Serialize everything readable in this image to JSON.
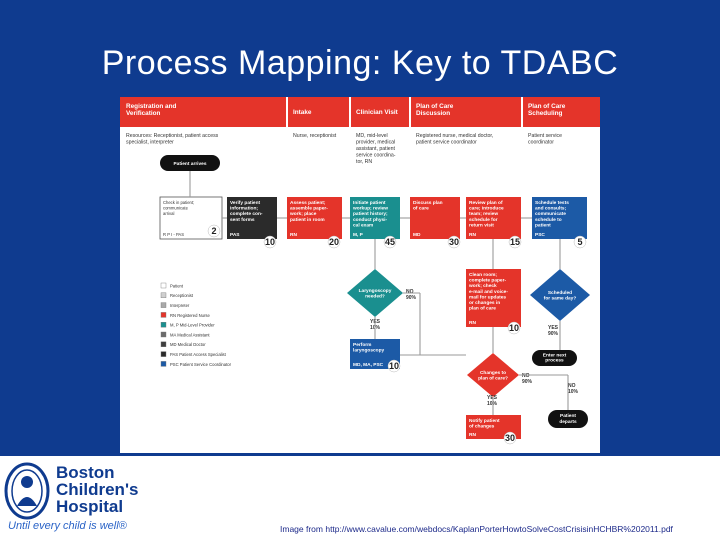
{
  "slide": {
    "title": "Process Mapping:  Key to TDABC",
    "credit": "Image from http://www.cavalue.com/webdocs/KaplanPorterHowtoSolveCostCrisisinHCHBR%202011.pdf"
  },
  "logo": {
    "name_lines": [
      "Boston",
      "Children's",
      "Hospital"
    ],
    "tagline": "Until every child is well®"
  },
  "colors": {
    "slide_bg": "#0f3b8f",
    "header_red": "#e4342a",
    "header_dark": "#333333",
    "step_red": "#e4342a",
    "step_teal": "#1a8f8f",
    "step_blue": "#1c5aa6",
    "step_black": "#111111"
  },
  "map": {
    "headers": [
      {
        "label": [
          "Registration and",
          "Verification"
        ]
      },
      {
        "label": [
          "Intake"
        ]
      },
      {
        "label": [
          "Clinician Visit"
        ]
      },
      {
        "label": [
          "Plan of Care",
          "Discussion"
        ]
      },
      {
        "label": [
          "Plan of Care",
          "Scheduling"
        ]
      }
    ],
    "resources": [
      [
        "Resources: Receptionist, patient access",
        "specialist, interpreter"
      ],
      [
        "Nurse, receptionist"
      ],
      [
        "MD, mid-level",
        "provider, medical",
        "assistant, patient",
        "service coordina-",
        "tor, RN"
      ],
      [
        "Registered nurse, medical doctor,",
        "patient service coordinator"
      ],
      [
        "Patient service",
        "coordinator"
      ]
    ],
    "start_label": "Patient arrives",
    "end_label": [
      "Patient",
      "departs"
    ],
    "steps": [
      {
        "text": [
          "Check in patient;",
          "communicate",
          "arrival"
        ],
        "minutes": "2",
        "staff": "R P I - PAS"
      },
      {
        "text": [
          "Verify patient",
          "information;",
          "complete con-",
          "sent forms"
        ],
        "minutes": "10",
        "staff": "PAS"
      },
      {
        "text": [
          "Assess patient;",
          "assemble paper-",
          "work; place",
          "patient in room"
        ],
        "minutes": "20",
        "staff": "RN"
      },
      {
        "text": [
          "Initiate patient",
          "workup; review",
          "patient history;",
          "conduct physi-",
          "cal exam"
        ],
        "minutes": "45",
        "staff": "M, P"
      },
      {
        "text": [
          "Discuss plan",
          "of care"
        ],
        "minutes": "30",
        "staff": "MD"
      },
      {
        "text": [
          "Review plan of",
          "care; introduce",
          "team; review",
          "schedule for",
          "return visit"
        ],
        "minutes": "15",
        "staff": "RN"
      },
      {
        "text": [
          "Schedule tests",
          "and consults;",
          "communicate",
          "schedule to",
          "patient"
        ],
        "minutes": "5",
        "staff": "PSC"
      },
      {
        "text": [
          "Clean room;",
          "complete paper-",
          "work; check",
          "e-mail and voice-",
          "mail for updates",
          "or changes in",
          "plan of care"
        ],
        "minutes": "10",
        "staff": "RN"
      },
      {
        "text": [
          "Perform",
          "laryngoscopy"
        ],
        "minutes": "10",
        "staff": "MD, MA, PSC"
      },
      {
        "text": [
          "Notify patient",
          "of changes"
        ],
        "minutes": "30",
        "staff": "RN"
      },
      {
        "text": [
          "Enter next",
          "process"
        ],
        "minutes": "",
        "staff": ""
      }
    ],
    "decisions": [
      {
        "text": [
          "Laryngoscopy",
          "needed?"
        ],
        "yes": "YES",
        "yes_pct": "10%",
        "no": "NO",
        "no_pct": "90%"
      },
      {
        "text": [
          "Scheduled",
          "for same day?"
        ],
        "yes": "YES",
        "yes_pct": "90%",
        "no": "",
        "no_pct": ""
      },
      {
        "text": [
          "Changes to",
          "plan of care?"
        ],
        "yes": "YES",
        "yes_pct": "10%",
        "no": "NO",
        "no_pct": "90%"
      }
    ],
    "extra_no": {
      "no": "NO",
      "no_pct": "10%"
    },
    "legend": [
      {
        "label": "Patient",
        "color": "#ffffff"
      },
      {
        "label": "Receptionist",
        "color": "#cfcfcf"
      },
      {
        "label": "Interpreter",
        "color": "#a9a9a9"
      },
      {
        "label": "RN Registered Nurse",
        "color": "#e4342a"
      },
      {
        "label": "M, P  Mid-Level Provider",
        "color": "#1a8f8f"
      },
      {
        "label": "MA  Medical Assistant",
        "color": "#6b6b6b"
      },
      {
        "label": "MD  Medical Doctor",
        "color": "#3f3f3f"
      },
      {
        "label": "PAS  Patient Access Specialist",
        "color": "#2b2b2b"
      },
      {
        "label": "PSC  Patient Service Coordinator",
        "color": "#1c5aa6"
      }
    ]
  }
}
